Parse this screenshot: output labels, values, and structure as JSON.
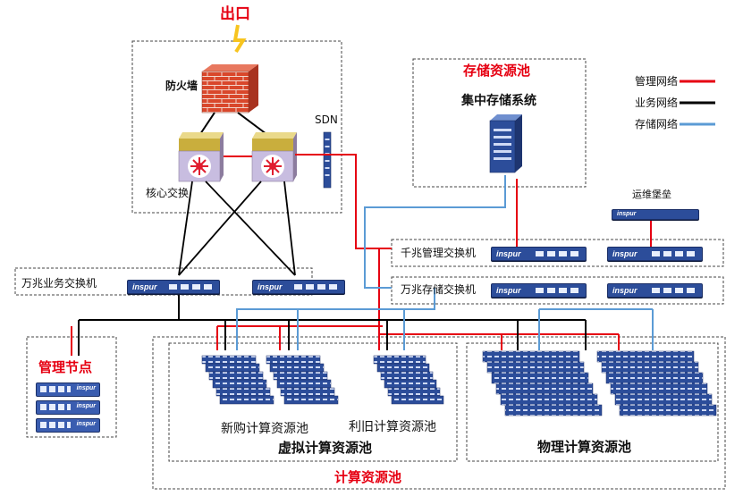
{
  "title_exit": "出口",
  "firewall_label": "防火墙",
  "sdn_label": "SDN",
  "core_switch_label": "核心交换",
  "storage_pool_title": "存储资源池",
  "storage_system_label": "集中存储系统",
  "legend": [
    {
      "label": "管理网络",
      "color": "#e60012"
    },
    {
      "label": "业务网络",
      "color": "#000000"
    },
    {
      "label": "存储网络",
      "color": "#5b9bd5"
    }
  ],
  "ops_label": "运维堡垒",
  "mgmt_switch_label": "千兆管理交换机",
  "storage_switch_label": "万兆存储交换机",
  "biz_switch_label": "万兆业务交换机",
  "brand": "inspur",
  "mgmt_nodes_title": "管理节点",
  "new_pool_label": "新购计算资源池",
  "reuse_pool_label": "利旧计算资源池",
  "virtual_pool_label": "虚拟计算资源池",
  "physical_pool_label": "物理计算资源池",
  "compute_pool_title": "计算资源池",
  "colors": {
    "management": "#e60012",
    "business": "#000000",
    "storage": "#5b9bd5",
    "device": "#2c4d9a",
    "firewall": "#d9472b"
  }
}
